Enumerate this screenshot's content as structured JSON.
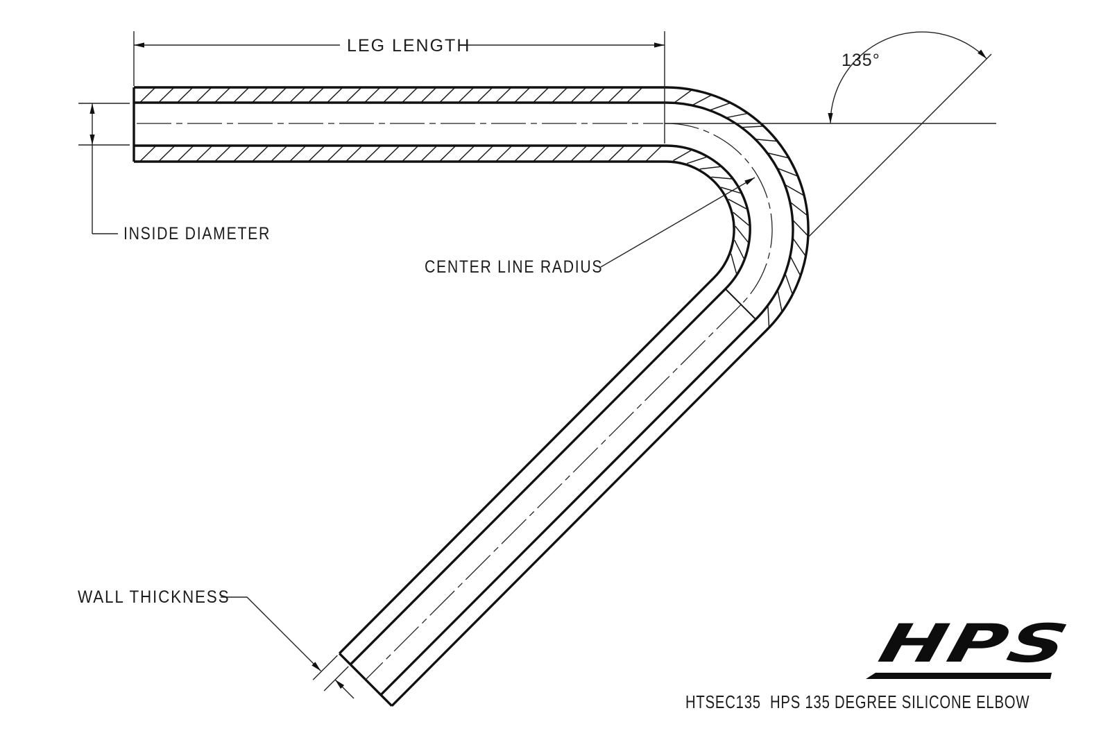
{
  "drawing": {
    "labels": {
      "leg_length": "LEG LENGTH",
      "inside_diameter": "INSIDE DIAMETER",
      "center_line_radius": "CENTER LINE RADIUS",
      "wall_thickness": "WALL THICKNESS",
      "angle": "135°"
    },
    "footer": {
      "part_number": "HTSEC135",
      "product_name": "HPS 135 DEGREE SILICONE ELBOW"
    },
    "logo_text": "HPS",
    "colors": {
      "line": "#111111",
      "background": "#ffffff"
    }
  }
}
